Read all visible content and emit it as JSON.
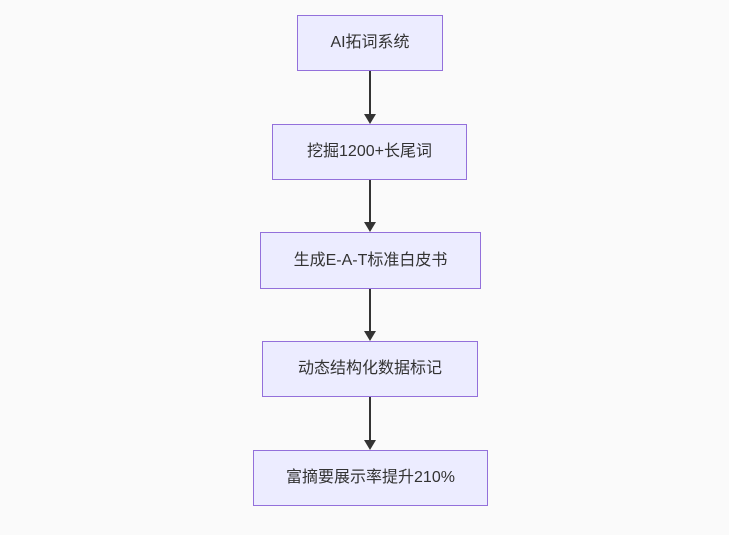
{
  "diagram": {
    "type": "flowchart-top-down",
    "colors": {
      "background": "#fafafa",
      "node_fill": "#ECECFF",
      "node_border": "#9370DB",
      "node_text": "#333333",
      "arrow": "#333333"
    },
    "nodes": [
      {
        "label": "AI拓词系统"
      },
      {
        "label": "挖掘1200+长尾词"
      },
      {
        "label": "生成E-A-T标准白皮书"
      },
      {
        "label": "动态结构化数据标记"
      },
      {
        "label": "富摘要展示率提升210%"
      }
    ],
    "edges": [
      {
        "from": 0,
        "to": 1
      },
      {
        "from": 1,
        "to": 2
      },
      {
        "from": 2,
        "to": 3
      },
      {
        "from": 3,
        "to": 4
      }
    ]
  }
}
